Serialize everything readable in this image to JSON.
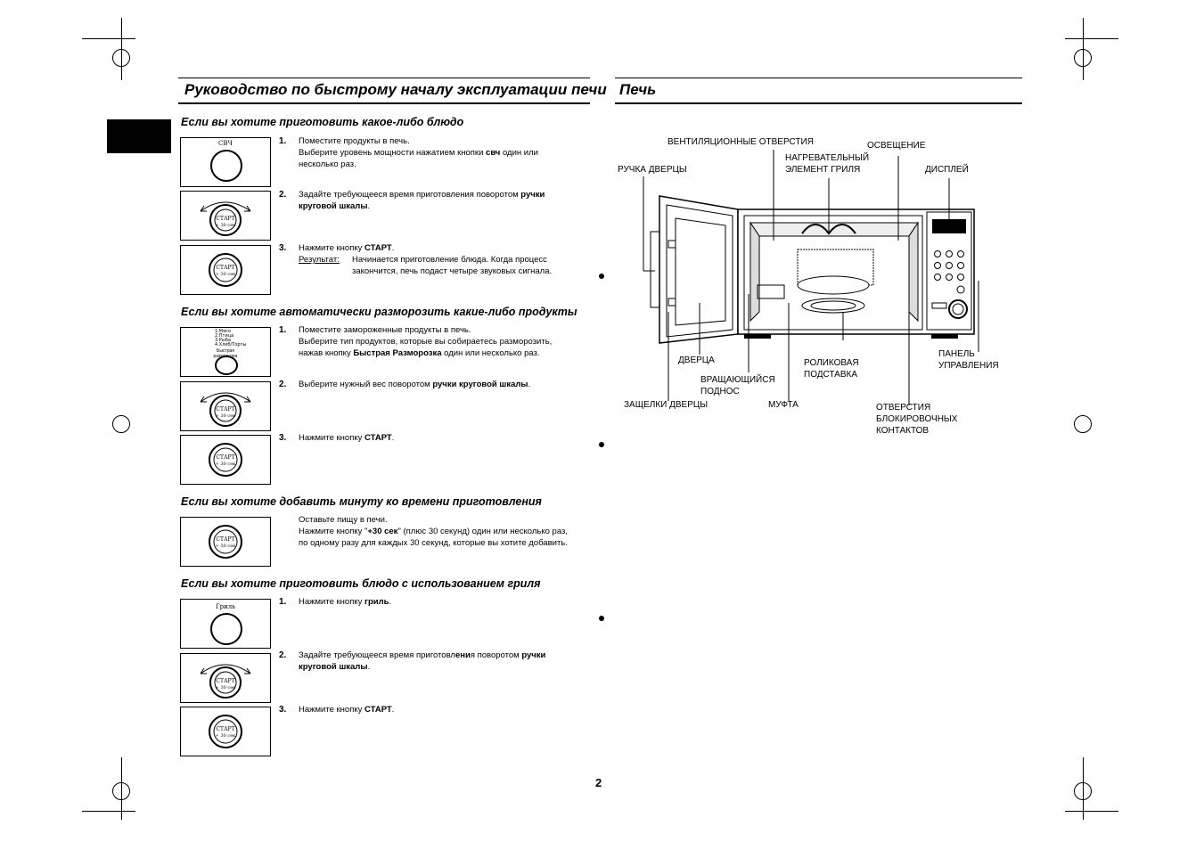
{
  "left": {
    "title": "Руководство по быстрому началу эксплуатации печи",
    "sections": [
      {
        "heading": "Если вы хотите приготовить какое-либо блюдо",
        "steps": [
          {
            "num": "1.",
            "line1": "Поместите продукты в печь.",
            "line2a": "Выберите уровень мощности нажатием кнопки ",
            "line2b": "свч",
            "line2c": " один или",
            "line3": "несколько раз."
          },
          {
            "num": "2.",
            "line1a": "Задайте требующееся время приготовления поворотом ",
            "line1b": "ручки",
            "line2": "круговой шкалы",
            "line2c": "."
          },
          {
            "num": "3.",
            "line1a": "Нажмите кнопку ",
            "line1b": "СТАРТ",
            "line1c": ".",
            "result_label": "Результат:",
            "result1": "Начинается приготовление блюда. Когда процесс",
            "result2": "закончится, печь подаст четыре звуковых сигнала."
          }
        ]
      },
      {
        "heading": "Если вы хотите автоматически разморозить какие-либо продукты",
        "steps": [
          {
            "num": "1.",
            "line1": "Поместите замороженные продукты в печь.",
            "line2": "Выберите тип продуктов, которые вы собираетесь разморозить,",
            "line3a": "нажав кнопку ",
            "line3b": "Быстрая Разморозка",
            "line3c": " один или несколько раз."
          },
          {
            "num": "2.",
            "line1a": "Выберите нужный вес поворотом ",
            "line1b": "ручки круговой шкалы",
            "line1c": "."
          },
          {
            "num": "3.",
            "line1a": "Нажмите кнопку ",
            "line1b": "СТАРТ",
            "line1c": "."
          }
        ]
      },
      {
        "heading": "Если вы хотите добавить минуту ко времени приготовления",
        "steps": [
          {
            "line1": "Оставьте пищу в печи.",
            "line2a": "Нажмите кнопку \"",
            "line2b": "+30 сек",
            "line2c": "\" (плюс 30 секунд) один или несколько раз,",
            "line3": "по одному разу для каждых 30 секунд, которые вы хотите добавить."
          }
        ]
      },
      {
        "heading": "Если вы хотите приготовить блюдо с использованием гриля",
        "steps": [
          {
            "num": "1.",
            "line1a": "Нажмите кнопку ",
            "line1b": "гриль",
            "line1c": "."
          },
          {
            "num": "2.",
            "line1a": "Задайте требующееся время приготовл",
            "line1b": "ени",
            "line1c": "я поворотом ",
            "line1d": "ручки",
            "line2": "круговой шкалы",
            "line2c": "."
          },
          {
            "num": "3.",
            "line1a": "Нажмите кнопку ",
            "line1b": "СТАРТ",
            "line1c": "."
          }
        ]
      }
    ],
    "knob_labels": {
      "svch": "СВЧ",
      "start": "СТАРТ",
      "plus30": "+ 30 сек",
      "grill": "Гриль",
      "defrost_list": [
        "1.Мясо",
        "2.Птица",
        "3.Рыба",
        "4.Хлеб/Торты"
      ],
      "defrost_btn": "Быстрая разморозка"
    }
  },
  "right": {
    "title": "Печь",
    "labels": {
      "vent": "ВЕНТИЛЯЦИОННЫЕ ОТВЕРСТИЯ",
      "light": "ОСВЕЩЕНИЕ",
      "heater1": "НАГРЕВАТЕЛЬНЫЙ",
      "heater2": "ЭЛЕМЕНТ ГРИЛЯ",
      "handle": "РУЧКА ДВЕРЦЫ",
      "display": "ДИСПЛЕЙ",
      "door": "ДВЕРЦА",
      "roller1": "РОЛИКОВАЯ",
      "roller2": "ПОДСТАВКА",
      "tray1": "ВРАЩАЮЩИЙСЯ",
      "tray2": "ПОДНОС",
      "panel1": "ПАНЕЛЬ",
      "panel2": "УПРАВЛЕНИЯ",
      "latches": "ЗАЩЕЛКИ ДВЕРЦЫ",
      "coupler": "МУФТА",
      "holes1": "ОТВЕРСТИЯ",
      "holes2": "БЛОКИРОВОЧНЫХ",
      "holes3": "КОНТАКТОВ"
    }
  },
  "page_number": "2"
}
